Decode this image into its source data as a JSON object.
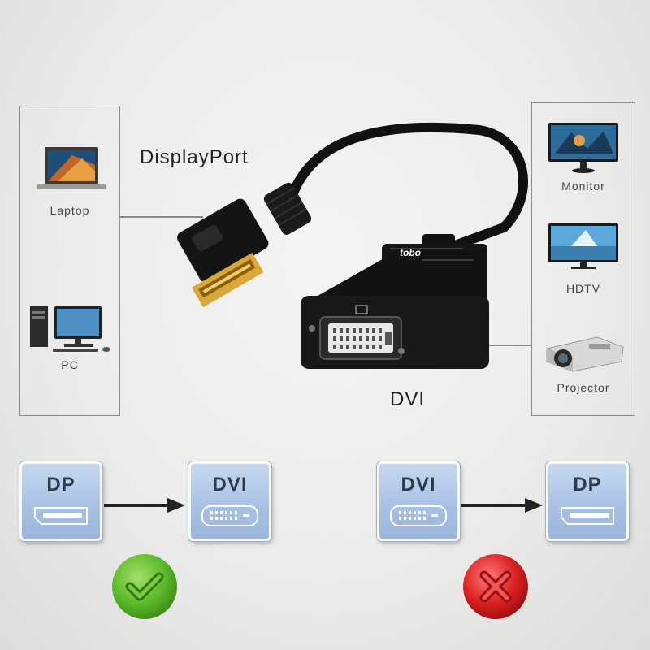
{
  "left_devices": [
    {
      "label": "Laptop",
      "icon": "laptop-icon"
    },
    {
      "label": "PC",
      "icon": "desktop-pc-icon"
    }
  ],
  "right_devices": [
    {
      "label": "Monitor",
      "icon": "monitor-icon"
    },
    {
      "label": "HDTV",
      "icon": "hdtv-icon"
    },
    {
      "label": "Projector",
      "icon": "projector-icon"
    }
  ],
  "displayport_label": "DisplayPort",
  "dvi_label": "DVI",
  "brand_text": "tobo",
  "conversions": [
    {
      "from": "DP",
      "to": "DVI",
      "supported": true,
      "status_icon": "check-icon"
    },
    {
      "from": "DVI",
      "to": "DP",
      "supported": false,
      "status_icon": "cross-icon"
    }
  ],
  "colors": {
    "check_green": "#5cb82a",
    "cross_red": "#d92020",
    "port_box_blue": "#a9c2e4",
    "dp_gold": "#d9a83a"
  }
}
